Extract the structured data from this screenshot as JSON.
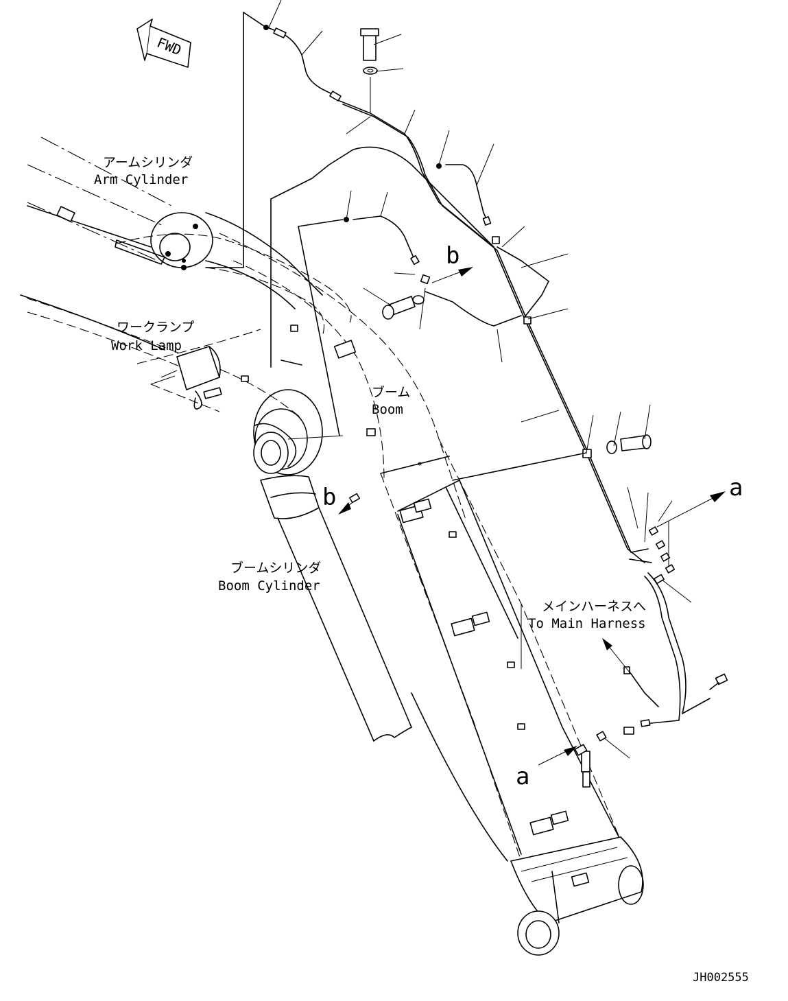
{
  "labels": {
    "fwd": "FWD",
    "arm_cylinder_jp": "アームシリンダ",
    "arm_cylinder_en": "Arm Cylinder",
    "work_lamp_jp": "ワークランプ",
    "work_lamp_en": "Work Lamp",
    "boom_jp": "ブーム",
    "boom_en": "Boom",
    "boom_cylinder_jp": "ブームシリンダ",
    "boom_cylinder_en": "Boom Cylinder",
    "main_harness_jp": "メインハーネスへ",
    "main_harness_en": "To Main Harness",
    "view_b_top": "b",
    "view_b_left": "b",
    "view_a_right": "a",
    "view_a_bottom": "a",
    "drawing_number": "JH002555"
  }
}
